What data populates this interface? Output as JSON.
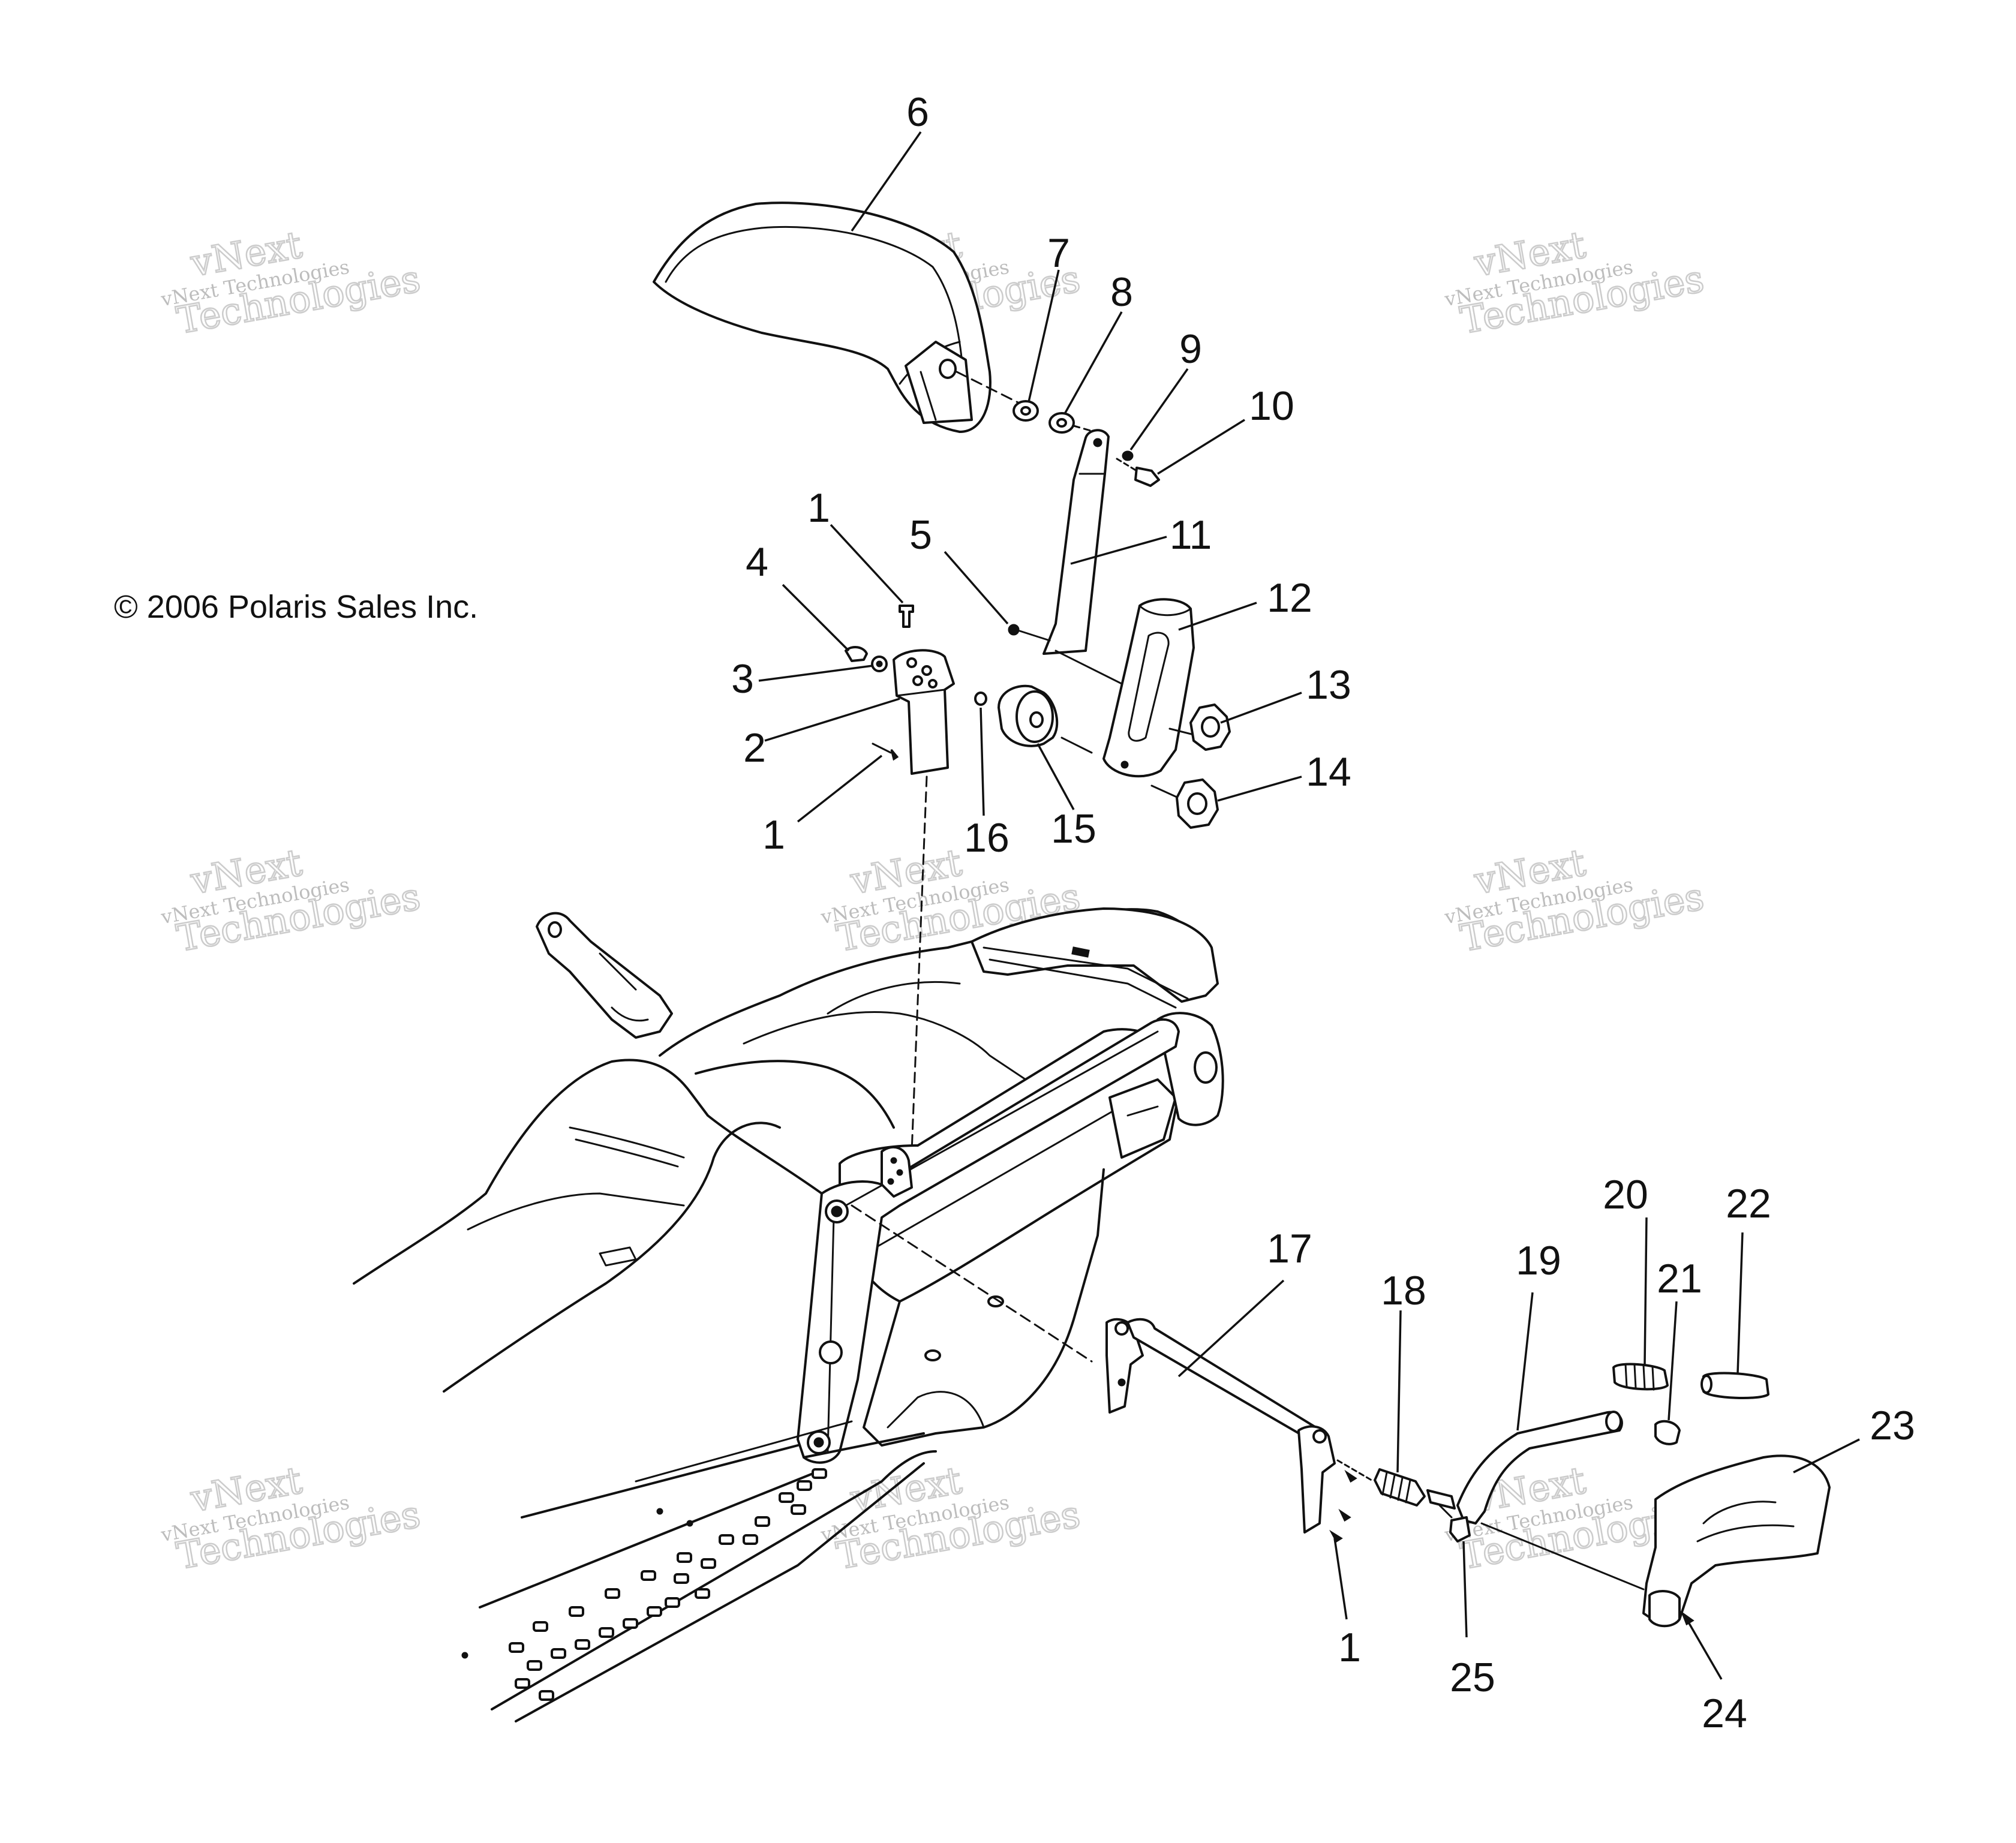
{
  "copyright": "© 2006 Polaris Sales Inc.",
  "watermark": {
    "line_top": "vNext",
    "line_mid": "vNext Technologies",
    "line_big": "Technologies"
  },
  "callouts": [
    {
      "id": "c6",
      "label": "6"
    },
    {
      "id": "c7",
      "label": "7"
    },
    {
      "id": "c8",
      "label": "8"
    },
    {
      "id": "c9",
      "label": "9"
    },
    {
      "id": "c10",
      "label": "10"
    },
    {
      "id": "c11",
      "label": "11"
    },
    {
      "id": "c5",
      "label": "5"
    },
    {
      "id": "c12",
      "label": "12"
    },
    {
      "id": "c13",
      "label": "13"
    },
    {
      "id": "c14",
      "label": "14"
    },
    {
      "id": "c1a",
      "label": "1"
    },
    {
      "id": "c4",
      "label": "4"
    },
    {
      "id": "c3",
      "label": "3"
    },
    {
      "id": "c2",
      "label": "2"
    },
    {
      "id": "c1b",
      "label": "1"
    },
    {
      "id": "c16",
      "label": "16"
    },
    {
      "id": "c15",
      "label": "15"
    },
    {
      "id": "c17",
      "label": "17"
    },
    {
      "id": "c18",
      "label": "18"
    },
    {
      "id": "c19",
      "label": "19"
    },
    {
      "id": "c20",
      "label": "20"
    },
    {
      "id": "c21",
      "label": "21"
    },
    {
      "id": "c22",
      "label": "22"
    },
    {
      "id": "c23",
      "label": "23"
    },
    {
      "id": "c1c",
      "label": "1"
    },
    {
      "id": "c25",
      "label": "25"
    },
    {
      "id": "c24",
      "label": "24"
    }
  ]
}
